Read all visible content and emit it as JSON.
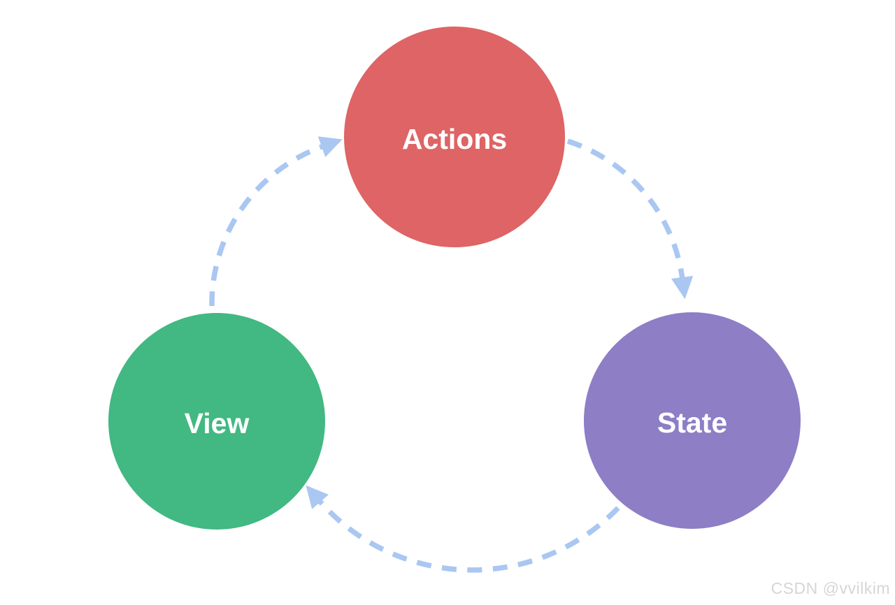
{
  "diagram": {
    "type": "cyclic-flow",
    "nodes": {
      "actions": {
        "label": "Actions",
        "color": "#de6465",
        "text_color": "#ffffff"
      },
      "state": {
        "label": "State",
        "color": "#8d7ec6",
        "text_color": "#ffffff"
      },
      "view": {
        "label": "View",
        "color": "#42b882",
        "text_color": "#ffffff"
      }
    },
    "edges": [
      {
        "from": "Actions",
        "to": "State"
      },
      {
        "from": "State",
        "to": "View"
      },
      {
        "from": "View",
        "to": "Actions"
      }
    ],
    "edge_style": {
      "pattern": "dashed",
      "color": "#aac7f2"
    },
    "watermark": {
      "text": "CSDN @vvilkim",
      "color": "#d6d6d6"
    }
  }
}
